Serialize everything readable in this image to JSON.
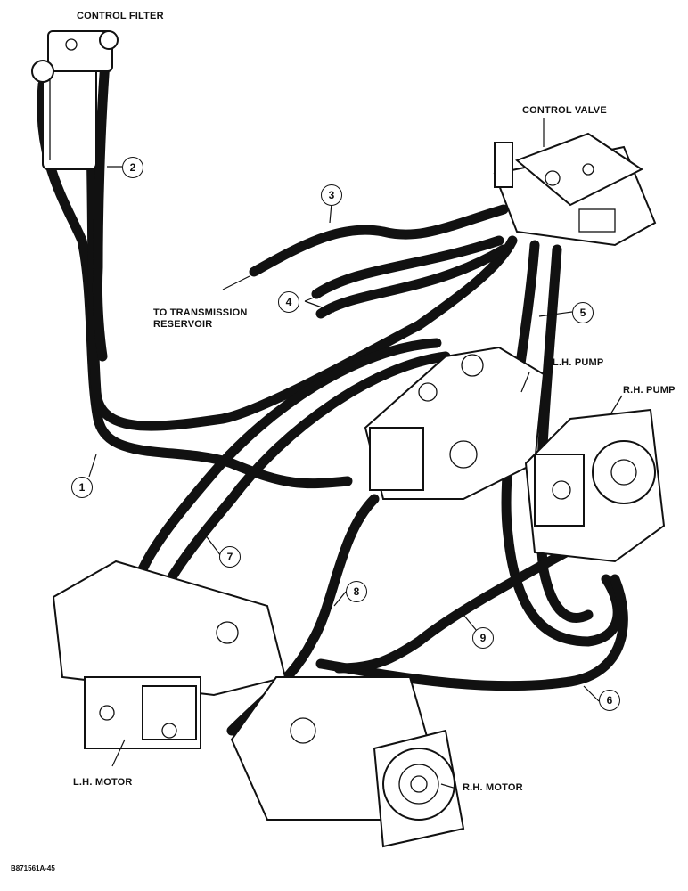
{
  "labels": {
    "control_filter": "CONTROL FILTER",
    "control_valve": "CONTROL VALVE",
    "to_transmission_reservoir_line1": "TO TRANSMISSION",
    "to_transmission_reservoir_line2": "RESERVOIR",
    "lh_pump": "L.H. PUMP",
    "rh_pump": "R.H. PUMP",
    "lh_motor": "L.H. MOTOR",
    "rh_motor": "R.H. MOTOR"
  },
  "callouts": [
    "1",
    "2",
    "3",
    "4",
    "5",
    "6",
    "7",
    "8",
    "9"
  ],
  "drawing_code": "B871561A-45"
}
